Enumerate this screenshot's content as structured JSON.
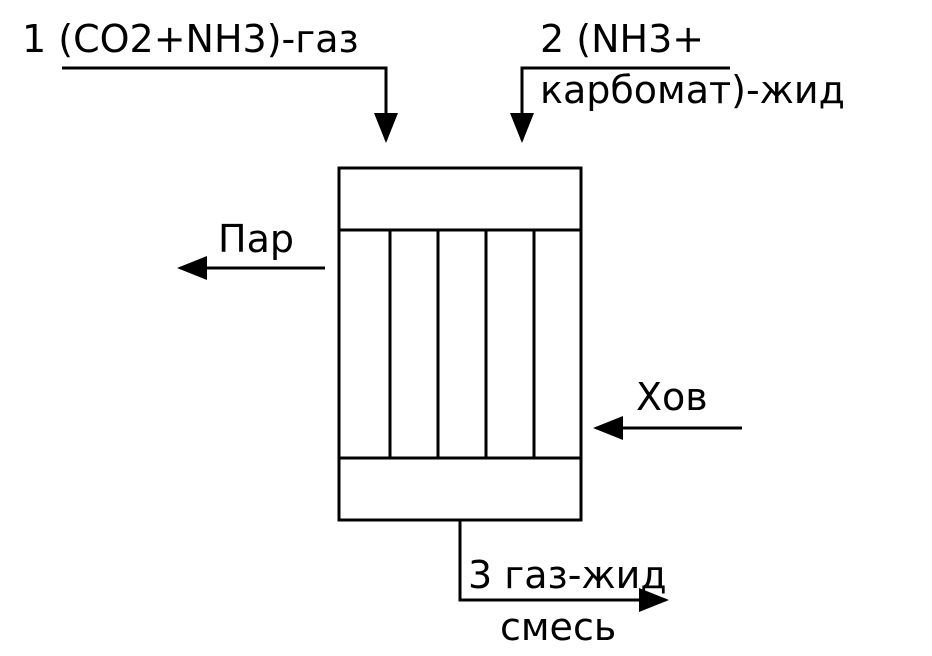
{
  "labels": {
    "stream_1": "1 (CO2+NH3)-газ",
    "stream_2_line1": "2 (NH3+",
    "stream_2_line2": "карбомат)-жид",
    "steam": "Пар",
    "cooling_water": "Хов",
    "stream_3_line1": "3 газ-жид",
    "stream_3_line2": "смесь"
  },
  "colors": {
    "line": "#000000",
    "background": "#ffffff"
  }
}
